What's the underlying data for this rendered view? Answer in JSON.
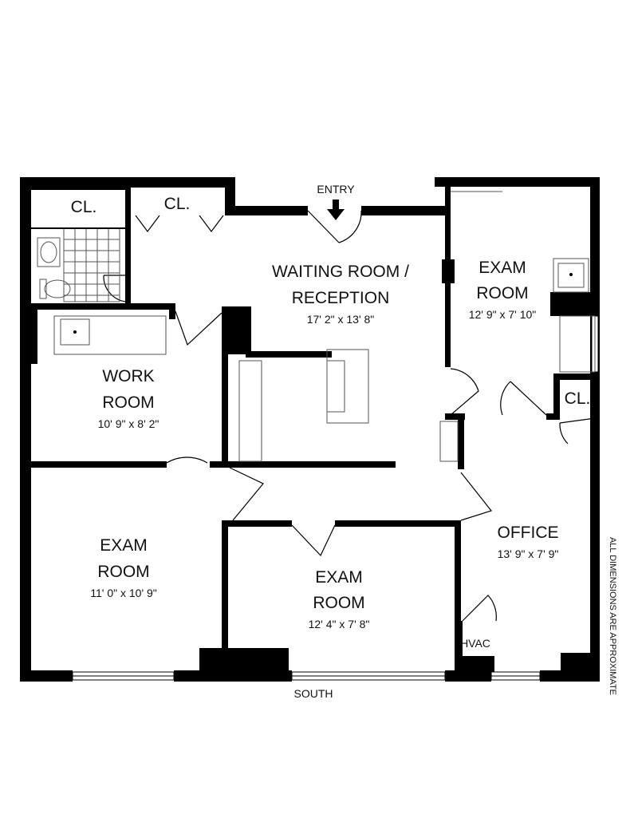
{
  "labels": {
    "entry": "ENTRY",
    "south": "SOUTH",
    "note": "ALL DIMENSIONS ARE APPROXIMATE",
    "closet": "CL.",
    "hvac": "HVAC"
  },
  "rooms": {
    "waiting": {
      "name_line1": "WAITING ROOM /",
      "name_line2": "RECEPTION",
      "dims": "17' 2\" x 13' 8\""
    },
    "exam_ne": {
      "name_line1": "EXAM",
      "name_line2": "ROOM",
      "dims": "12' 9\" x 7' 10\""
    },
    "work": {
      "name_line1": "WORK",
      "name_line2": "ROOM",
      "dims": "10' 9\" x 8' 2\""
    },
    "exam_sw": {
      "name_line1": "EXAM",
      "name_line2": "ROOM",
      "dims": "11' 0\" x 10' 9\""
    },
    "exam_s": {
      "name_line1": "EXAM",
      "name_line2": "ROOM",
      "dims": "12' 4\" x 7' 8\""
    },
    "office": {
      "name": "OFFICE",
      "dims": "13' 9\" x 7' 9\""
    }
  }
}
